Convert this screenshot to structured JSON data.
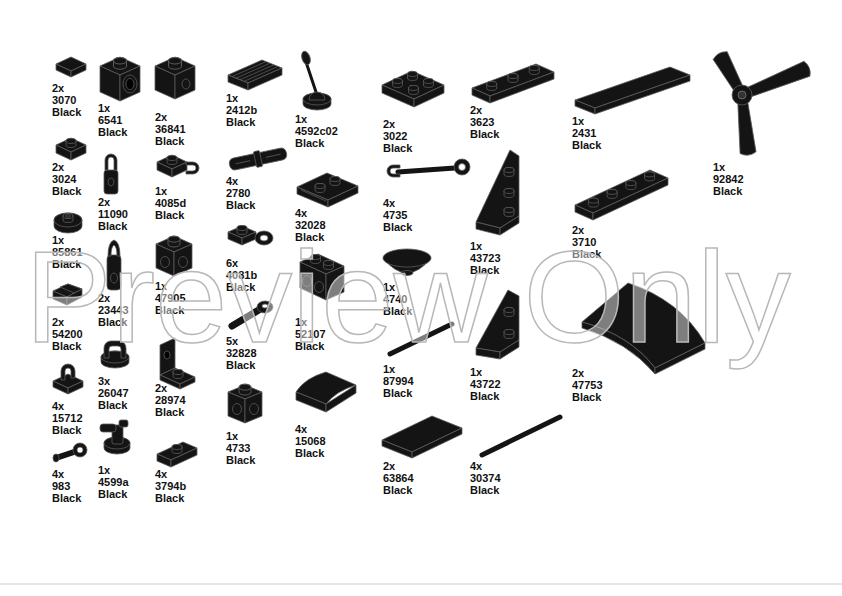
{
  "diagram": {
    "labels": [
      "2x",
      "3070",
      "Black",
      "2x",
      "3024",
      "Black",
      "1x",
      "85861",
      "Black",
      "2x",
      "54200",
      "Black",
      "4x",
      "15712",
      "Black",
      "4x",
      "983",
      "Black",
      "1x",
      "6541",
      "Black",
      "2x",
      "11090",
      "Black",
      "2x",
      "23443",
      "Black",
      "3x",
      "26047",
      "Black",
      "1x",
      "4599a",
      "Black",
      "2x",
      "36841",
      "Black",
      "1x",
      "4085d",
      "Black",
      "1x",
      "47905",
      "Black",
      "2x",
      "28974",
      "Black",
      "4x",
      "3794b",
      "Black",
      "1x",
      "2412b",
      "Black",
      "4x",
      "2780",
      "Black",
      "6x",
      "4081b",
      "Black",
      "5x",
      "32828",
      "Black",
      "1x",
      "4733",
      "Black",
      "1x",
      "4592c02",
      "Black",
      "4x",
      "32028",
      "Black",
      "1x",
      "52107",
      "Black",
      "4x",
      "15068",
      "Black",
      "2x",
      "3022",
      "Black",
      "4x",
      "4735",
      "Black",
      "1x",
      "4740",
      "Black",
      "1x",
      "87994",
      "Black",
      "2x",
      "63864",
      "Black",
      "2x",
      "3623",
      "Black",
      "1x",
      "43723",
      "Black",
      "1x",
      "43722",
      "Black",
      "4x",
      "30374",
      "Black",
      "1x",
      "2431",
      "Black",
      "2x",
      "3710",
      "Black",
      "2x",
      "47753",
      "Black",
      "1x",
      "92842",
      "Black",
      "Preview Only"
    ]
  }
}
